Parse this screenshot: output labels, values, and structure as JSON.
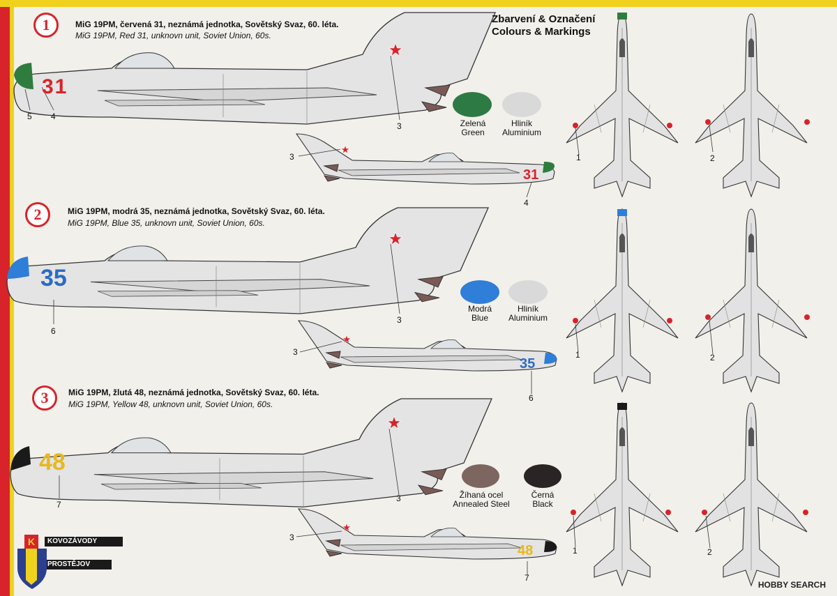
{
  "sections": [
    {
      "badge": "1",
      "title_cz": "MiG 19PM, červená 31, neznámá jednotka, Sovětský Svaz, 60. léta.",
      "title_en": "MiG 19PM, Red 31, unknovn unit, Soviet Union, 60s.",
      "side_number": "31",
      "small_number": "31",
      "nose_color": "#2e7d3e",
      "number_color": "#d8232a"
    },
    {
      "badge": "2",
      "title_cz": "MiG 19PM, modrá 35, neznámá jednotka, Sovětský Svaz, 60. léta.",
      "title_en": "MiG 19PM, Blue 35, unknovn unit, Soviet Union, 60s.",
      "side_number": "35",
      "small_number": "35",
      "nose_color": "#2f7ed8",
      "number_color": "#2a6cc4"
    },
    {
      "badge": "3",
      "title_cz": "MiG 19PM, žlutá 48, neznámá jednotka, Sovětský Svaz, 60. léta.",
      "title_en": "MiG 19PM, Yellow 48, unknovn unit, Soviet Union, 60s.",
      "side_number": "48",
      "small_number": "48",
      "nose_color": "#1a1a1a",
      "number_color": "#e8b820"
    }
  ],
  "header": {
    "line1": "Zbarvení & Označení",
    "line2": "Colours & Markings"
  },
  "swatches": [
    {
      "cz": "Zelená",
      "en": "Green",
      "color": "#2e7a45"
    },
    {
      "cz": "Hliník",
      "en": "Aluminium",
      "color": "#d9d9d9"
    },
    {
      "cz": "Modrá",
      "en": "Blue",
      "color": "#2f7ed8"
    },
    {
      "cz": "Hliník",
      "en": "Aluminium",
      "color": "#d9d9d9"
    },
    {
      "cz": "Žíhaná ocel",
      "en": "Annealed Steel",
      "color": "#7d6660"
    },
    {
      "cz": "Černá",
      "en": "Black",
      "color": "#2a2424"
    }
  ],
  "callouts": {
    "n1": "1",
    "n2": "2",
    "n3": "3",
    "n4": "4",
    "n5": "5",
    "n6": "6",
    "n7": "7"
  },
  "logo": {
    "line1": "KOVOZÁVODY",
    "line2": "PROSTĚJOV",
    "mark": "K"
  },
  "watermark": "HOBBY SEARCH",
  "colors": {
    "aluminium": "#e3e3e3",
    "outline": "#333333",
    "star": "#d8232a",
    "exhaust": "#7a5a55"
  }
}
